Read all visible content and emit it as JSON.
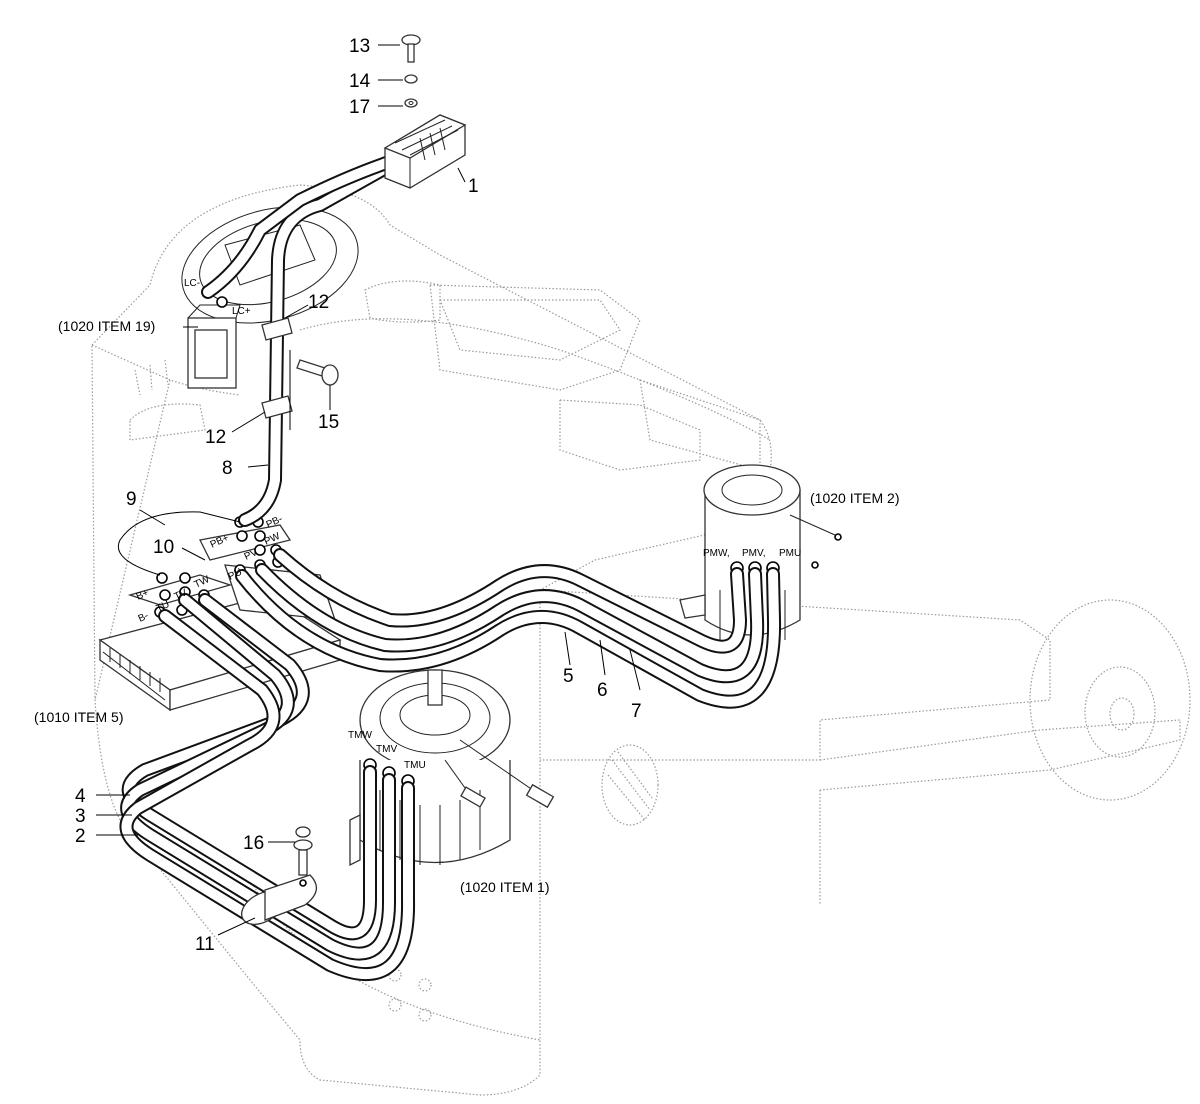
{
  "callouts": {
    "n1": "1",
    "n2": "2",
    "n3": "3",
    "n4": "4",
    "n5": "5",
    "n6": "6",
    "n7": "7",
    "n8": "8",
    "n9": "9",
    "n10": "10",
    "n11": "11",
    "n12a": "12",
    "n12b": "12",
    "n13": "13",
    "n14": "14",
    "n15": "15",
    "n16": "16",
    "n17": "17"
  },
  "references": {
    "item19": "(1020 ITEM 19)",
    "item2": "(1020 ITEM 2)",
    "item5": "(1010 ITEM 5)",
    "item1": "(1020 ITEM 1)"
  },
  "terminals": {
    "lc_minus": "LC-",
    "lc_plus": "LC+",
    "pmw": "PMW,",
    "pmv": "PMV,",
    "pmu": "PMU",
    "tmw": "TMW",
    "tmv": "TMV",
    "tmu": "TMU",
    "pb_plus": "PB+",
    "pb_minus": "PB-",
    "pw": "PW",
    "pv": "PV",
    "pu": "PU",
    "tw": "TW",
    "tv": "TV",
    "tu": "TU",
    "b_plus": "B+",
    "b_minus": "B-"
  }
}
